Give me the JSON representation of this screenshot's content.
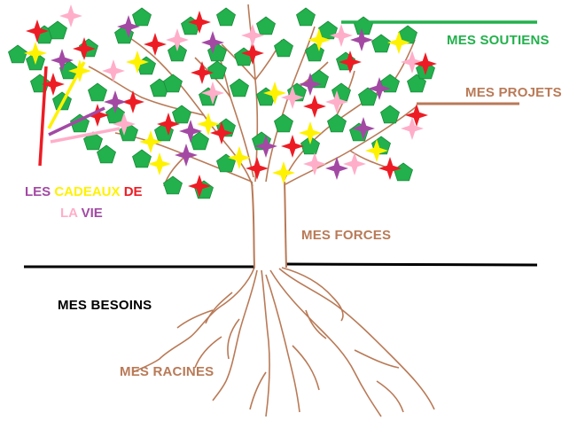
{
  "colors": {
    "trunk": "#b97a57",
    "leaf": "#22b14c",
    "leaf_outline": "#1a8a3a",
    "flower_red": "#ed1c24",
    "flower_pink": "#ffaec9",
    "flower_purple": "#a349a4",
    "flower_yellow": "#fff200",
    "ground": "#000000",
    "soutiens_label": "#22b14c",
    "brown_label": "#b97a57",
    "besoins_label": "#000000"
  },
  "labels": {
    "soutiens": "MES SOUTIENS",
    "projets": "MES PROJETS",
    "forces": "MES FORCES",
    "besoins": "MES BESOINS",
    "racines": "MES RACINES"
  },
  "gifts_label": {
    "words": [
      {
        "text": "LES ",
        "color": "#a349a4"
      },
      {
        "text": "CADEAUX",
        "color": "#fff200"
      },
      {
        "text": " DE",
        "color": "#ed1c24"
      }
    ],
    "words_line2": [
      {
        "text": "LA ",
        "color": "#ffaec9"
      },
      {
        "text": "VIE",
        "color": "#a349a4"
      }
    ]
  },
  "icons": {
    "leaf": "pentagon-leaf-icon",
    "flower": "four-point-star-flower-icon"
  }
}
